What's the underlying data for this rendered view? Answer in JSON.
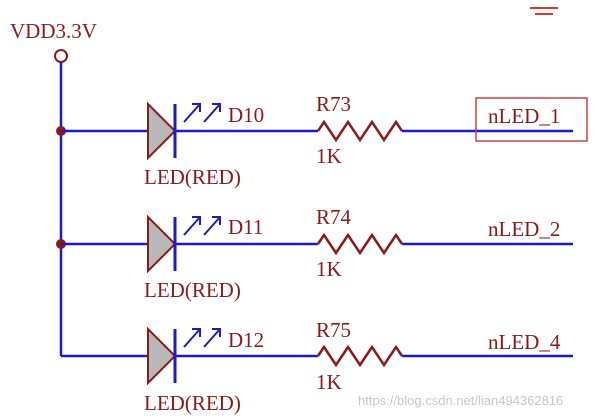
{
  "power_net": "VDD3.3V",
  "leds": [
    {
      "designator": "D10",
      "value": "LED(RED)"
    },
    {
      "designator": "D11",
      "value": "LED(RED)"
    },
    {
      "designator": "D12",
      "value": "LED(RED)"
    }
  ],
  "resistors": [
    {
      "designator": "R73",
      "value": "1K"
    },
    {
      "designator": "R74",
      "value": "1K"
    },
    {
      "designator": "R75",
      "value": "1K"
    }
  ],
  "nets": [
    "nLED_1",
    "nLED_2",
    "nLED_4"
  ],
  "highlighted_net": "nLED_1",
  "watermark": "https://blog.csdn.net/lian494362816",
  "colors": {
    "wire": "#1a1ac8",
    "text": "#8b1a1a",
    "led_fill": "#b8b8b8",
    "highlight_box": "#d04040",
    "ground_symbol": "#e03030"
  }
}
